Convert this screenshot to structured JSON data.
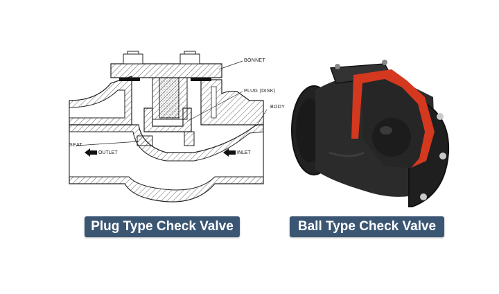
{
  "plug_diagram": {
    "callouts": {
      "bonnet": "BONNET",
      "plug": "PLUG (DISK)",
      "body": "BODY",
      "seat": "SEAT",
      "outlet": "OUTLET",
      "inlet": "INLET"
    }
  },
  "labels": {
    "plug": "Plug Type Check Valve",
    "ball": "Ball Type Check Valve"
  },
  "colors": {
    "label_bg": "#3b5673",
    "label_text": "#ffffff",
    "cutaway_red": "#d4381f",
    "valve_body": "#2a2a2a"
  }
}
